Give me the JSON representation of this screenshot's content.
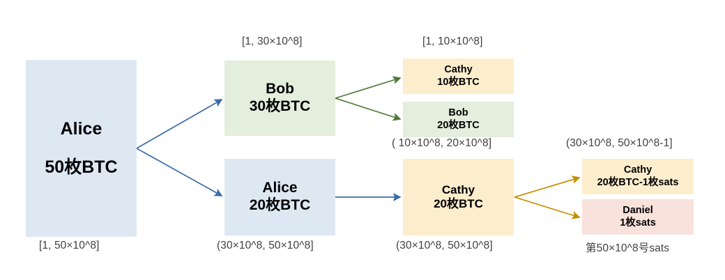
{
  "diagram": {
    "title": "Bitcoin UTXO / sats ordinal transfer diagram",
    "colors": {
      "blue_fill": "#DEE8F3",
      "green_fill": "#E3EEDC",
      "yellow_fill": "#FCEDCD",
      "pink_fill": "#F9E2DC",
      "blue_arrow": "#3A6CA8",
      "green_arrow": "#4C7A36",
      "gold_arrow": "#BF9000",
      "label_text": "#3F3F3F",
      "box_text": "#000000"
    },
    "boxes": [
      {
        "id": "alice-source",
        "line1": "Alice",
        "line2": "50枚BTC",
        "fill": "#DEE8F3"
      },
      {
        "id": "bob-mid",
        "line1": "Bob",
        "line2": "30枚BTC",
        "fill": "#E3EEDC"
      },
      {
        "id": "alice-mid",
        "line1": "Alice",
        "line2": "20枚BTC",
        "fill": "#DEE8F3"
      },
      {
        "id": "cathy-out-top",
        "line1": "Cathy",
        "line2": "10枚BTC",
        "fill": "#FCEDCD"
      },
      {
        "id": "bob-out",
        "line1": "Bob",
        "line2": "20枚BTC",
        "fill": "#E3EEDC"
      },
      {
        "id": "cathy-mid",
        "line1": "Cathy",
        "line2": "20枚BTC",
        "fill": "#FCEDCD"
      },
      {
        "id": "cathy-final",
        "line1": "Cathy",
        "line2": "20枚BTC-1枚sats",
        "fill": "#FCEDCD"
      },
      {
        "id": "daniel-final",
        "line1": "Daniel",
        "line2": "1枚sats",
        "fill": "#F9E2DC"
      }
    ],
    "labels": {
      "alice_source_bottom": "[1, 50×10^8]",
      "bob_mid_top": "[1, 30×10^8]",
      "cathy_out_top": "[1, 10×10^8]",
      "bob_out_bottom": "( 10×10^8, 20×10^8]",
      "alice_mid_bottom": "(30×10^8, 50×10^8]",
      "cathy_mid_bottom": "(30×10^8, 50×10^8]",
      "cathy_final_top": "(30×10^8, 50×10^8-1]",
      "daniel_final_bottom": "第50×10^8号sats"
    },
    "arrows": [
      {
        "id": "alice-to-bob",
        "color": "#3A6CA8"
      },
      {
        "id": "alice-to-alice",
        "color": "#3A6CA8"
      },
      {
        "id": "bob-to-cathy",
        "color": "#4C7A36"
      },
      {
        "id": "bob-to-bob",
        "color": "#4C7A36"
      },
      {
        "id": "alice-to-cathy",
        "color": "#3A6CA8"
      },
      {
        "id": "cathy-to-cathy",
        "color": "#BF9000"
      },
      {
        "id": "cathy-to-daniel",
        "color": "#BF9000"
      }
    ]
  }
}
